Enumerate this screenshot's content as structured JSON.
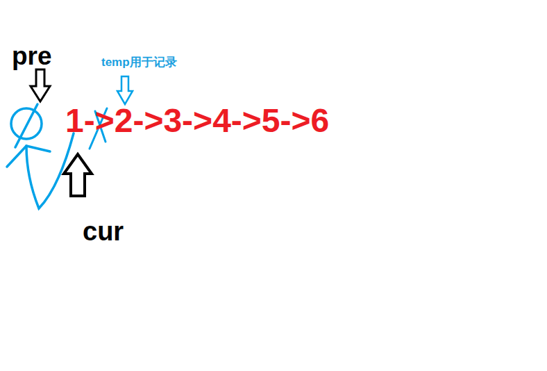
{
  "diagram": {
    "labels": [
      "pre",
      "temp用于记录",
      "1->2->3->4->5->6",
      "cur"
    ]
  }
}
